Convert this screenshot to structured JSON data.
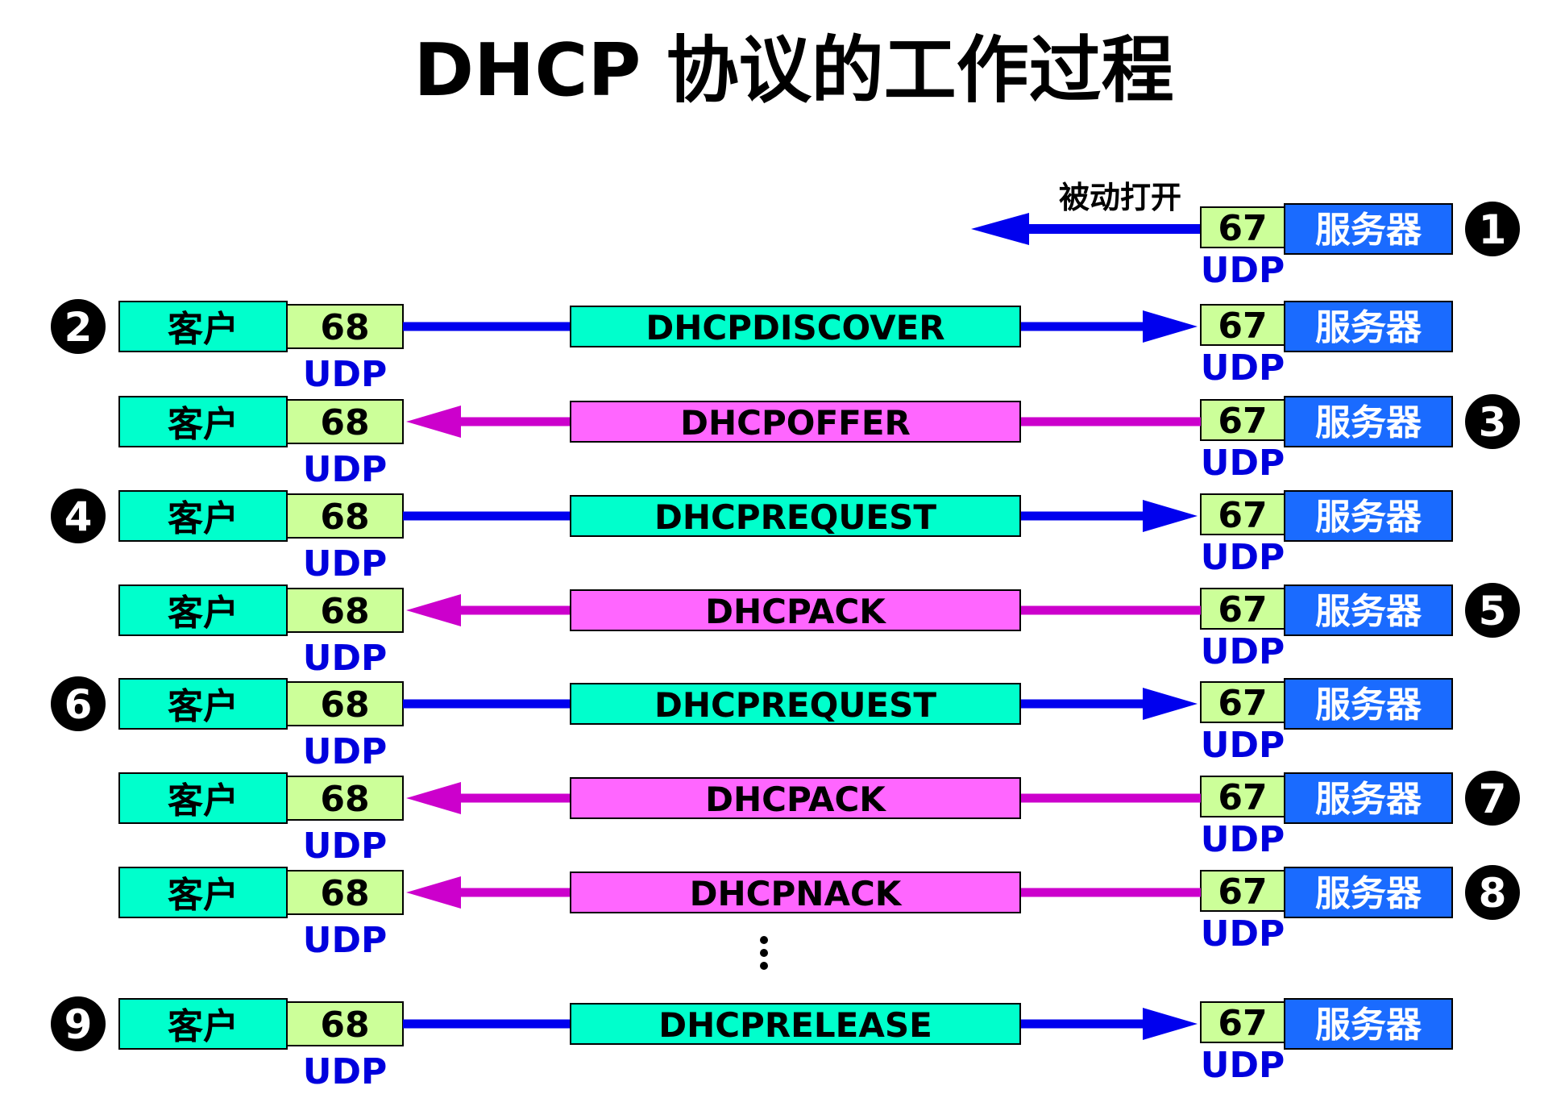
{
  "title": "DHCP 协议的工作过程",
  "colors": {
    "client_box": "#00ffcc",
    "client_port": "#ccff99",
    "server_box": "#1a6bff",
    "server_port": "#ccff99",
    "msg_to_server_box": "#00ffcc",
    "msg_to_client_box": "#ff66ff",
    "arrow_to_server": "#0000ee",
    "arrow_to_client": "#cc00cc",
    "udp_text": "#0000dd",
    "step_circle": "#000000"
  },
  "labels": {
    "client": "客户",
    "server": "服务器",
    "client_port": "68",
    "server_port": "67",
    "udp": "UDP",
    "passive_open": "被动打开",
    "ellipsis": "⋮"
  },
  "server_init": {
    "step": "❶"
  },
  "steps": [
    {
      "step": "❷",
      "message": "DHCPDISCOVER",
      "direction": "to_server",
      "step_side": "left"
    },
    {
      "step": "❸",
      "message": "DHCPOFFER",
      "direction": "to_client",
      "step_side": "right"
    },
    {
      "step": "❹",
      "message": "DHCPREQUEST",
      "direction": "to_server",
      "step_side": "left"
    },
    {
      "step": "❺",
      "message": "DHCPACK",
      "direction": "to_client",
      "step_side": "right"
    },
    {
      "step": "❻",
      "message": "DHCPREQUEST",
      "direction": "to_server",
      "step_side": "left"
    },
    {
      "step": "❼",
      "message": "DHCPACK",
      "direction": "to_client",
      "step_side": "right"
    },
    {
      "step": "❽",
      "message": "DHCPNACK",
      "direction": "to_client",
      "step_side": "right"
    },
    {
      "step": "❾",
      "message": "DHCPRELEASE",
      "direction": "to_server",
      "step_side": "left"
    }
  ]
}
